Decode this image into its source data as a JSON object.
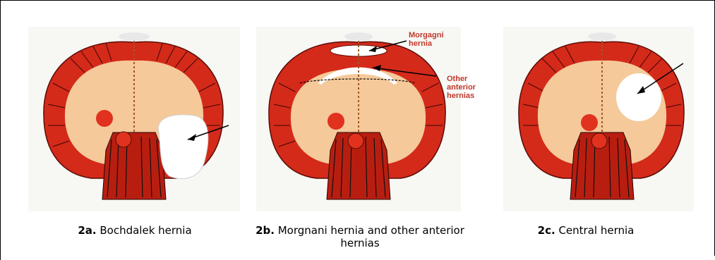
{
  "panels": [
    {
      "id": "2a",
      "caption_num": "2a.",
      "caption_text": "Bochdalek hernia"
    },
    {
      "id": "2b",
      "caption_num": "2b.",
      "caption_text": "Morgnani hernia and other anterior hernias",
      "callouts": {
        "morgagni_line1": "Morgagni",
        "morgagni_line2": "hernia",
        "other_line1": "Other",
        "other_line2": "anterior",
        "other_line3": "hernias"
      }
    },
    {
      "id": "2c",
      "caption_num": "2c.",
      "caption_text": "Central hernia"
    }
  ],
  "colors": {
    "muscle": "#d42a1a",
    "tendon": "#f5c99a",
    "hernia": "#ffffff",
    "background": "#f7f7f4",
    "label": "#c0392b"
  }
}
